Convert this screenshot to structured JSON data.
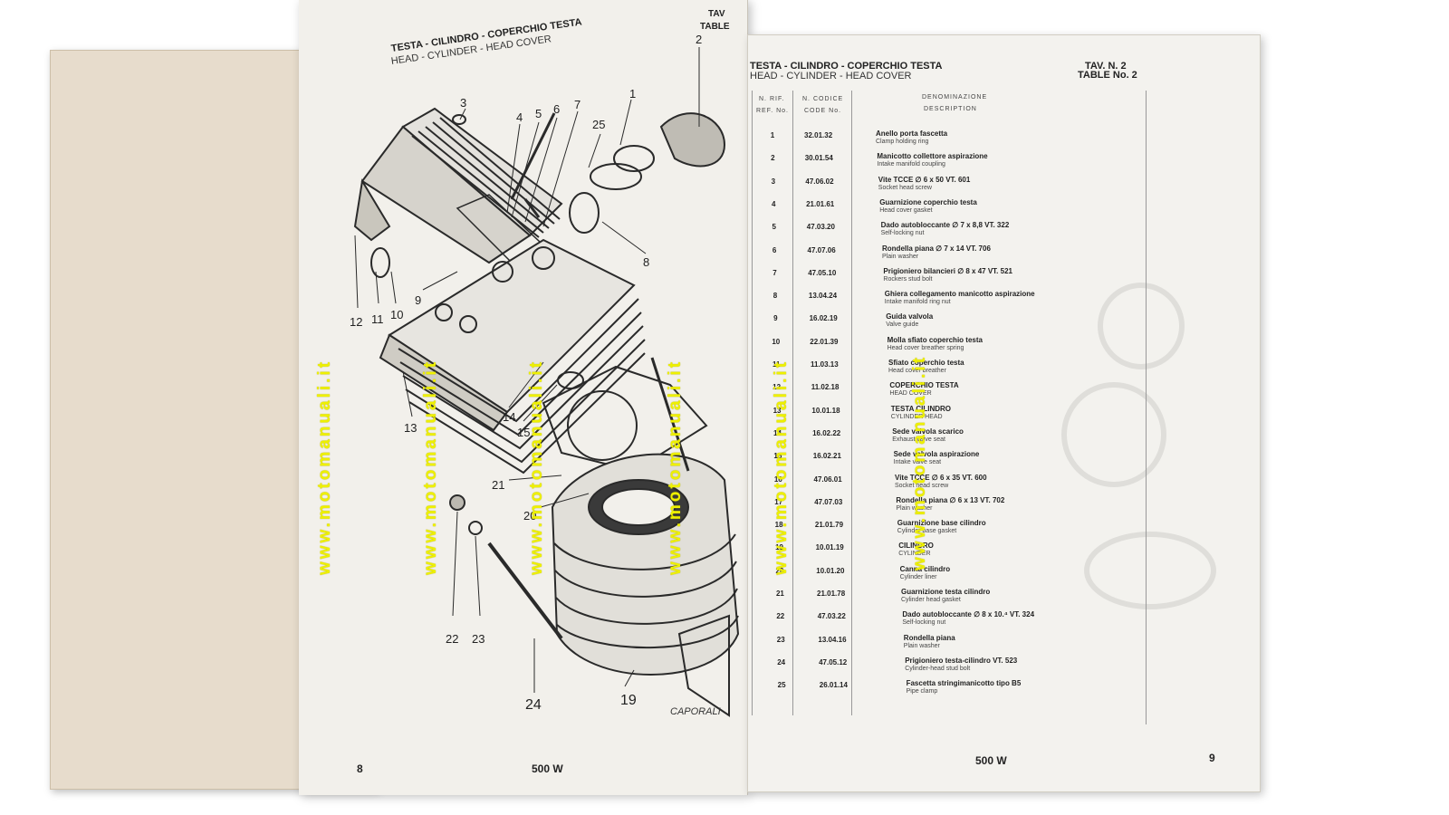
{
  "left_page": {
    "title_it": "TESTA - CILINDRO - COPERCHIO TESTA",
    "title_en": "HEAD - CYLINDER - HEAD COVER",
    "corner_1": "TAV",
    "corner_2": "TABLE",
    "footer_page": "8",
    "footer_model": "500 W",
    "drawing_signature": "CAPORALI",
    "callouts": [
      "1",
      "2",
      "3",
      "4",
      "5",
      "6",
      "7",
      "8",
      "9",
      "10",
      "11",
      "12",
      "13",
      "14",
      "15",
      "19",
      "20",
      "21",
      "22",
      "23",
      "24",
      "25"
    ]
  },
  "right_page": {
    "title_it": "TESTA - CILINDRO - COPERCHIO TESTA",
    "title_en": "HEAD - CYLINDER - HEAD COVER",
    "table_it": "TAV. N. 2",
    "table_en": "TABLE No. 2",
    "headers": {
      "ref_it": "N. RIF.",
      "ref_en": "REF. No.",
      "code_it": "N. CODICE",
      "code_en": "CODE No.",
      "desc_it": "DENOMINAZIONE",
      "desc_en": "DESCRIPTION"
    },
    "parts": [
      {
        "ref": "1",
        "code": "32.01.32",
        "it": "Anello porta fascetta",
        "en": "Clamp holding ring"
      },
      {
        "ref": "2",
        "code": "30.01.54",
        "it": "Manicotto collettore aspirazione",
        "en": "Intake manifold coupling"
      },
      {
        "ref": "3",
        "code": "47.06.02",
        "it": "Vite TCCE ∅ 6 x 50 VT. 601",
        "en": "Socket head screw"
      },
      {
        "ref": "4",
        "code": "21.01.61",
        "it": "Guarnizione coperchio testa",
        "en": "Head cover gasket"
      },
      {
        "ref": "5",
        "code": "47.03.20",
        "it": "Dado autobloccante ∅ 7 x 8,8 VT. 322",
        "en": "Self-locking nut"
      },
      {
        "ref": "6",
        "code": "47.07.06",
        "it": "Rondella piana ∅ 7 x 14 VT. 706",
        "en": "Plain washer"
      },
      {
        "ref": "7",
        "code": "47.05.10",
        "it": "Prigioniero bilancieri ∅ 8 x 47 VT. 521",
        "en": "Rockers stud bolt"
      },
      {
        "ref": "8",
        "code": "13.04.24",
        "it": "Ghiera collegamento manicotto aspirazione",
        "en": "Intake manifold ring nut"
      },
      {
        "ref": "9",
        "code": "16.02.19",
        "it": "Guida valvola",
        "en": "Valve guide"
      },
      {
        "ref": "10",
        "code": "22.01.39",
        "it": "Molla sfiato coperchio testa",
        "en": "Head cover breather spring"
      },
      {
        "ref": "11",
        "code": "11.03.13",
        "it": "Sfiato coperchio testa",
        "en": "Head cover breather"
      },
      {
        "ref": "12",
        "code": "11.02.18",
        "it": "COPERCHIO TESTA",
        "en": "HEAD COVER"
      },
      {
        "ref": "13",
        "code": "10.01.18",
        "it": "TESTA CILINDRO",
        "en": "CYLINDER HEAD"
      },
      {
        "ref": "14",
        "code": "16.02.22",
        "it": "Sede valvola scarico",
        "en": "Exhaust valve seat"
      },
      {
        "ref": "15",
        "code": "16.02.21",
        "it": "Sede valvola aspirazione",
        "en": "Intake valve seat"
      },
      {
        "ref": "16",
        "code": "47.06.01",
        "it": "Vite TCCE ∅ 6 x 35 VT. 600",
        "en": "Socket head screw"
      },
      {
        "ref": "17",
        "code": "47.07.03",
        "it": "Rondella piana ∅ 6 x 13 VT. 702",
        "en": "Plain washer"
      },
      {
        "ref": "18",
        "code": "21.01.79",
        "it": "Guarnizione base cilindro",
        "en": "Cylinder base gasket"
      },
      {
        "ref": "19",
        "code": "10.01.19",
        "it": "CILINDRO",
        "en": "CYLINDER"
      },
      {
        "ref": "20",
        "code": "10.01.20",
        "it": "Canna cilindro",
        "en": "Cylinder liner"
      },
      {
        "ref": "21",
        "code": "21.01.78",
        "it": "Guarnizione testa cilindro",
        "en": "Cylinder head gasket"
      },
      {
        "ref": "22",
        "code": "47.03.22",
        "it": "Dado autobloccante ∅ 8 x 10.⁴ VT. 324",
        "en": "Self-locking nut"
      },
      {
        "ref": "23",
        "code": "13.04.16",
        "it": "Rondella piana",
        "en": "Plain washer"
      },
      {
        "ref": "24",
        "code": "47.05.12",
        "it": "Prigioniero testa-cilindro VT. 523",
        "en": "Cylinder-head stud bolt"
      },
      {
        "ref": "25",
        "code": "26.01.14",
        "it": "Fascetta stringimanicotto tipo B5",
        "en": "Pipe clamp"
      }
    ],
    "footer_model": "500 W",
    "footer_page": "9"
  },
  "watermark": "www.motomanuali.it",
  "colors": {
    "page": "#f2f0eb",
    "cover": "#e7dccc",
    "ink": "#222222",
    "watermark": "#eef000"
  }
}
